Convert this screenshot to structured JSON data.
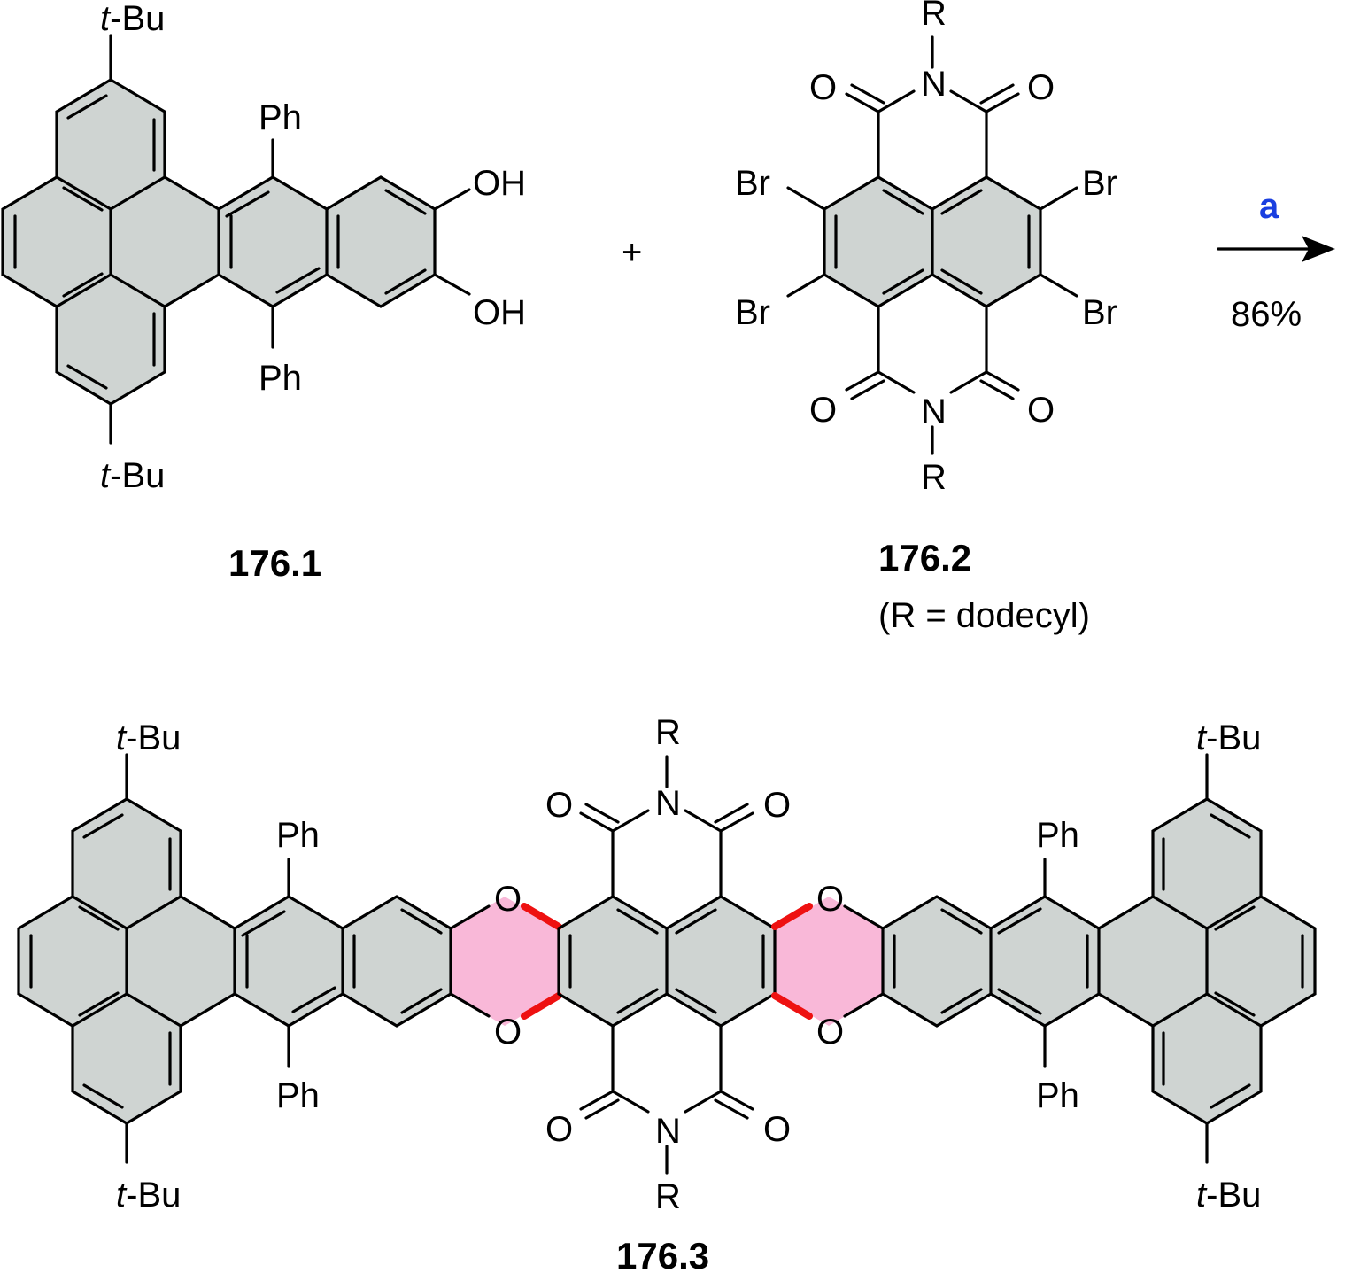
{
  "scheme": {
    "reagent_label": "a",
    "reagent_color": "#1a3fe0",
    "yield": "86%",
    "plus": "+",
    "ring_fill": "#cfd4d2",
    "dioxin_fill": "#f9b8d8",
    "new_bond_color": "#ee1111"
  },
  "compounds": {
    "c1": {
      "id": "176.1"
    },
    "c2": {
      "id": "176.2",
      "note": "(R = dodecyl)"
    },
    "c3": {
      "id": "176.3"
    }
  },
  "atoms": {
    "tbu_prefix": "t",
    "tbu_suffix": "-Bu",
    "ph": "Ph",
    "oh": "OH",
    "br": "Br",
    "o": "O",
    "n": "N",
    "r": "R"
  }
}
